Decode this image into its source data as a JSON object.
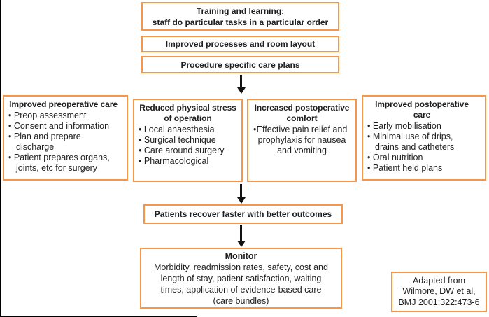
{
  "colors": {
    "accent": "#F79646",
    "line": "#121212",
    "text": "#1F1F1F"
  },
  "top_flow": {
    "training": {
      "line1": "Training and learning:",
      "line2": "staff do particular tasks in a particular order"
    },
    "processes": {
      "label": "Improved processes and room layout"
    },
    "care_plans": {
      "label": "Procedure specific care plans"
    }
  },
  "columns": [
    {
      "title": "Improved preoperative care",
      "bullets": [
        "Preop assessment",
        "Consent and information",
        "Plan and prepare discharge",
        "Patient prepares organs, joints, etc for surgery"
      ]
    },
    {
      "title": "Reduced physical stress of operation",
      "bullets": [
        "Local anaesthesia",
        "Surgical technique",
        "Care around surgery",
        "Pharmacological"
      ]
    },
    {
      "title": "Increased postoperative comfort",
      "bullets": [
        "Effective pain relief and prophylaxis for nausea and vomiting"
      ]
    },
    {
      "title": "Improved postoperative care",
      "bullets": [
        "Early mobilisation",
        "Minimal use of drips, drains and catheters",
        "Oral nutrition",
        "Patient held plans"
      ]
    }
  ],
  "outcome": {
    "label": "Patients recover faster with better outcomes"
  },
  "monitor": {
    "title": "Monitor",
    "body_lines": [
      "Morbidity, readmission rates, safety, cost and",
      "length of stay, patient satisfaction, waiting",
      "times, application of evidence-based care",
      "(care bundles)"
    ]
  },
  "attribution": {
    "line1": "Adapted from",
    "line2": "Wilmore, DW et al,",
    "line3": "BMJ 2001;322:473-6"
  }
}
